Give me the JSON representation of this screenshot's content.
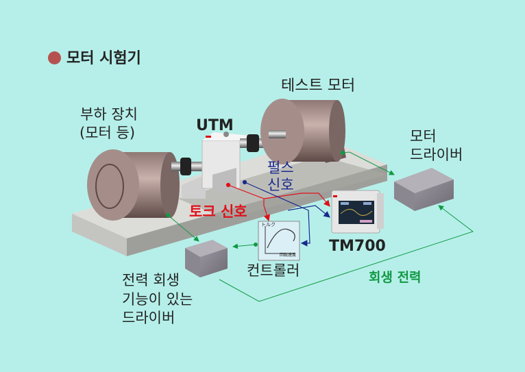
{
  "title": "모터 시험기",
  "labels": {
    "test_motor": "테스트 모터",
    "load_device_1": "부하 장치",
    "load_device_2": "(모터 등)",
    "utm": "UTM",
    "pulse_signal_1": "펄스",
    "pulse_signal_2": "신호",
    "motor_driver_1": "모터",
    "motor_driver_2": "드라이버",
    "torque_signal": "토크 신호",
    "tm700": "TM700",
    "controller": "컨트롤러",
    "regen_power": "회생 전력",
    "regen_driver_1": "전력 회생",
    "regen_driver_2": "기능이 있는",
    "regen_driver_3": "드라이버"
  },
  "controller_screen": {
    "y_label": "トルク",
    "x_label": "回転速度"
  },
  "colors": {
    "background": "#b6efe9",
    "bullet": "#b5524f",
    "torque": "#e0101a",
    "pulse": "#1a2a8c",
    "regen": "#119944"
  }
}
